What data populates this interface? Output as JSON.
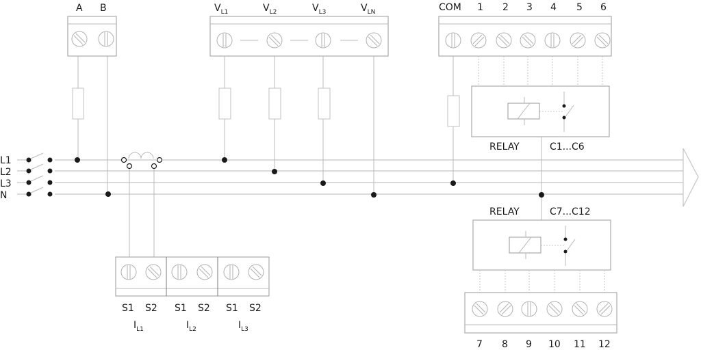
{
  "diagram": {
    "title": "Three-phase energy meter wiring diagram",
    "bus_lines": [
      "L1",
      "L2",
      "L3",
      "N"
    ],
    "terminal_blocks": {
      "comm": {
        "labels": [
          "A",
          "B"
        ],
        "screws": [
          "diag-back",
          "vertical"
        ]
      },
      "voltage": {
        "labels": [
          "V",
          "V",
          "V",
          "V"
        ],
        "subs": [
          "L1",
          "L2",
          "L3",
          "LN"
        ],
        "screws": [
          "vertical",
          "diag-back",
          "vertical",
          "diag-back"
        ]
      },
      "relay_top": {
        "labels": [
          "COM",
          "1",
          "2",
          "3",
          "4",
          "5",
          "6"
        ],
        "screws": [
          "vertical",
          "diag-fwd",
          "diag-back",
          "diag-back",
          "vertical",
          "diag-fwd",
          "diag-back"
        ]
      },
      "relay_bottom": {
        "labels": [
          "7",
          "8",
          "9",
          "10",
          "11",
          "12"
        ],
        "screws": [
          "diag-back",
          "diag-fwd",
          "vertical",
          "diag-back",
          "diag-back",
          "diag-fwd"
        ]
      },
      "current": {
        "terminal_labels": [
          "S1",
          "S2",
          "S1",
          "S2",
          "S1",
          "S2"
        ],
        "group_labels": [
          "I",
          "I",
          "I"
        ],
        "group_subs": [
          "L1",
          "L2",
          "L3"
        ],
        "screws": [
          "vertical",
          "diag-back",
          "vertical",
          "diag-back",
          "vertical",
          "diag-back"
        ]
      }
    },
    "relays": [
      {
        "name": "RELAY",
        "range": "C1...C6"
      },
      {
        "name": "RELAY",
        "range": "C7...C12"
      }
    ]
  }
}
